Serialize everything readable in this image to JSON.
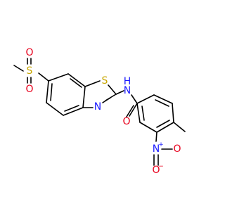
{
  "atoms": {
    "S_sulfonyl": {
      "text": "S",
      "color": "#c8a600"
    },
    "O_sulfonyl_top": {
      "text": "O",
      "color": "#e8001c"
    },
    "O_sulfonyl_bottom": {
      "text": "O",
      "color": "#e8001c"
    },
    "S_thiazole": {
      "text": "S",
      "color": "#c8a600"
    },
    "N_thiazole": {
      "text": "N",
      "color": "#1a1aff"
    },
    "N_amide": {
      "text": "N",
      "color": "#1a1aff"
    },
    "H_amide": {
      "text": "H",
      "color": "#1a1aff"
    },
    "O_carbonyl": {
      "text": "O",
      "color": "#e8001c"
    },
    "N_nitro": {
      "text": "N",
      "color": "#1a1aff"
    },
    "N_nitro_charge": {
      "text": "+",
      "color": "#1a1aff"
    },
    "O_nitro_right": {
      "text": "O",
      "color": "#e8001c"
    },
    "O_nitro_bottom": {
      "text": "O",
      "color": "#e8001c"
    },
    "O_nitro_charge": {
      "text": "−",
      "color": "#e8001c"
    }
  }
}
